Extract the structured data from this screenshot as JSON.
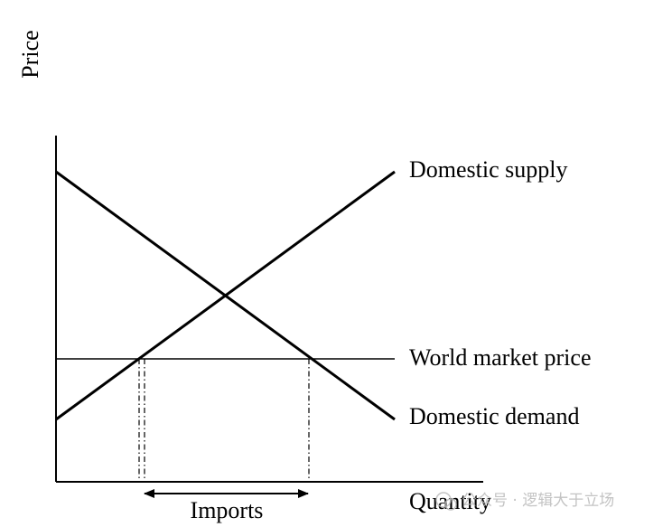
{
  "diagram": {
    "y_axis_label": "Price",
    "x_axis_label": "Quantity",
    "curves": {
      "supply_label": "Domestic supply",
      "world_price_label": "World market price",
      "demand_label": "Domestic demand"
    },
    "imports_label": "Imports"
  },
  "watermark": {
    "text": "公众号 · 逻辑大于立场"
  }
}
